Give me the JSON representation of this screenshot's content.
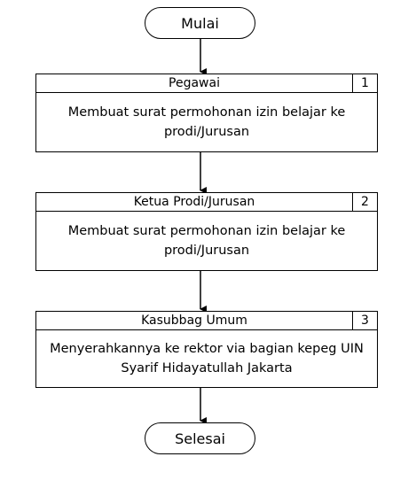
{
  "start": {
    "label": "Mulai"
  },
  "end": {
    "label": "Selesai"
  },
  "steps": [
    {
      "actor": "Pegawai",
      "number": "1",
      "description": "Membuat surat permohonan izin belajar ke prodi/Jurusan"
    },
    {
      "actor": "Ketua Prodi/Jurusan",
      "number": "2",
      "description": "Membuat surat permohonan izin belajar ke prodi/Jurusan"
    },
    {
      "actor": "Kasubbag Umum",
      "number": "3",
      "description": "Menyerahkannya ke rektor via bagian kepeg UIN Syarif Hidayatullah Jakarta"
    }
  ]
}
